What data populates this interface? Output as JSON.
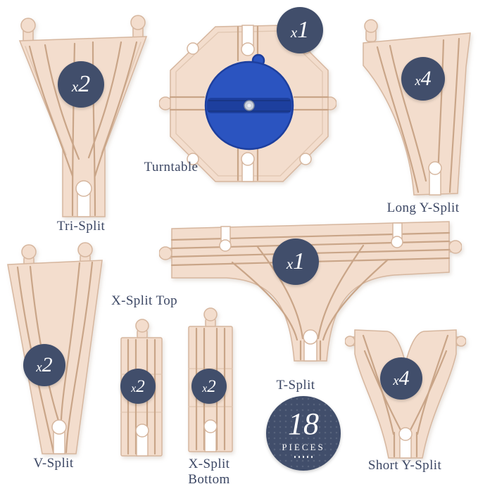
{
  "colors": {
    "background": "#ffffff",
    "wood": "#f3ddcd",
    "wood_line": "#d6b69e",
    "groove": "#c9a588",
    "groove_light": "#e0c6b1",
    "badge_navy": "#414e6b",
    "turntable_blue": "#2b54c0",
    "turntable_blue_dark": "#1d3f9e",
    "label": "#3c4764"
  },
  "items": [
    {
      "id": "tri-split",
      "label": "Tri-Split",
      "count": "x2"
    },
    {
      "id": "turntable",
      "label": "Turntable",
      "count": "x1"
    },
    {
      "id": "long-y-split",
      "label": "Long Y-Split",
      "count": "x4"
    },
    {
      "id": "v-split",
      "label": "V-Split",
      "count": "x2"
    },
    {
      "id": "x-split-top",
      "label": "X-Split Top",
      "count": "x2"
    },
    {
      "id": "x-split-bottom",
      "label": "X-Split Bottom",
      "count": "x2"
    },
    {
      "id": "t-split",
      "label": "T-Split",
      "count": "x1"
    },
    {
      "id": "short-y-split",
      "label": "Short Y-Split",
      "count": "x4"
    }
  ],
  "total": {
    "number": "18",
    "label": "PIECES"
  }
}
